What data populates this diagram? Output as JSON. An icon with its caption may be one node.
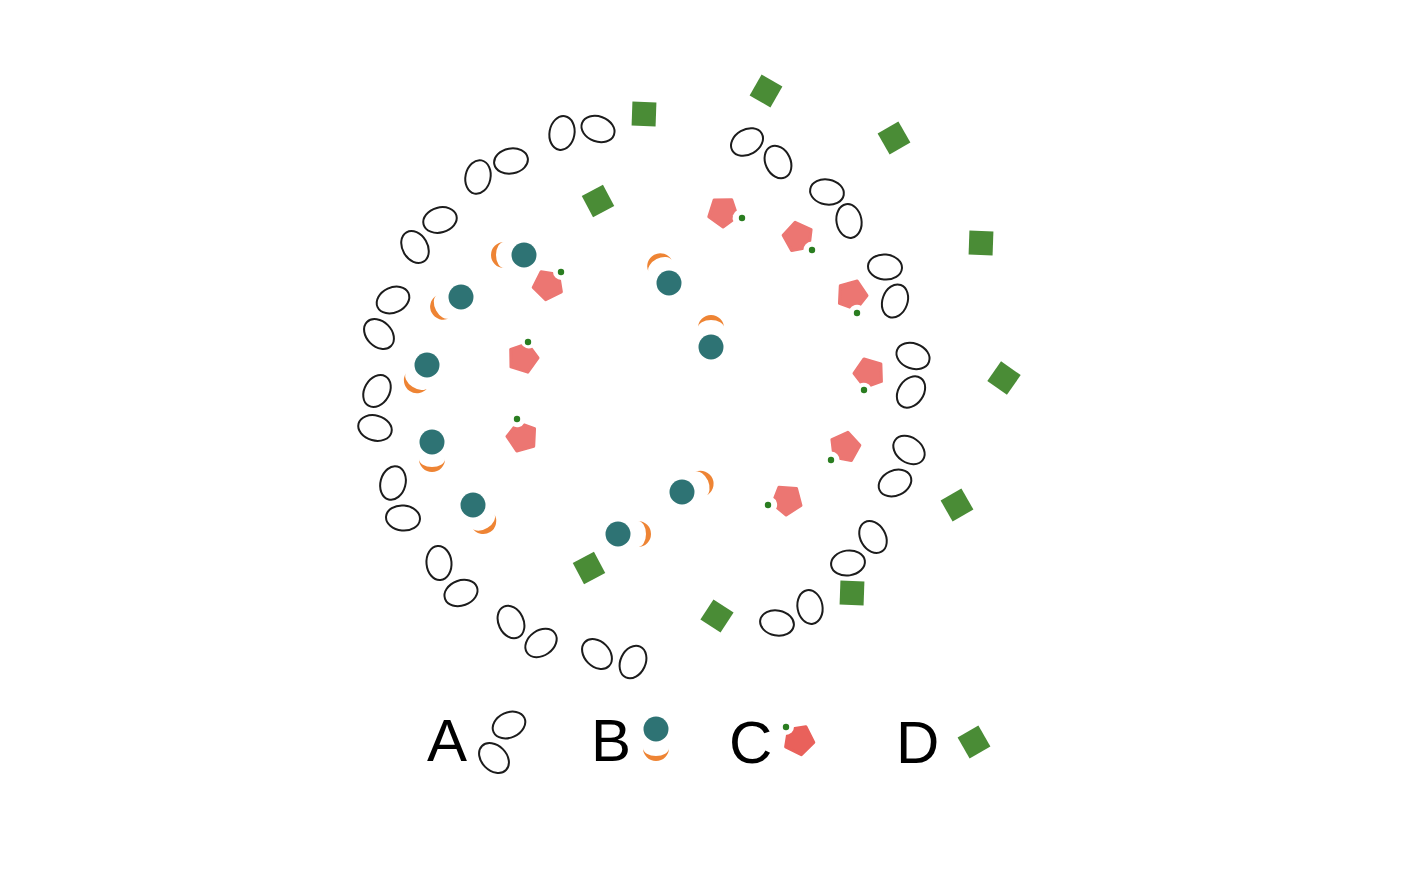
{
  "diagram": {
    "legend": [
      {
        "text": "A"
      },
      {
        "text": "B"
      },
      {
        "text": "C"
      },
      {
        "text": "D"
      }
    ]
  }
}
